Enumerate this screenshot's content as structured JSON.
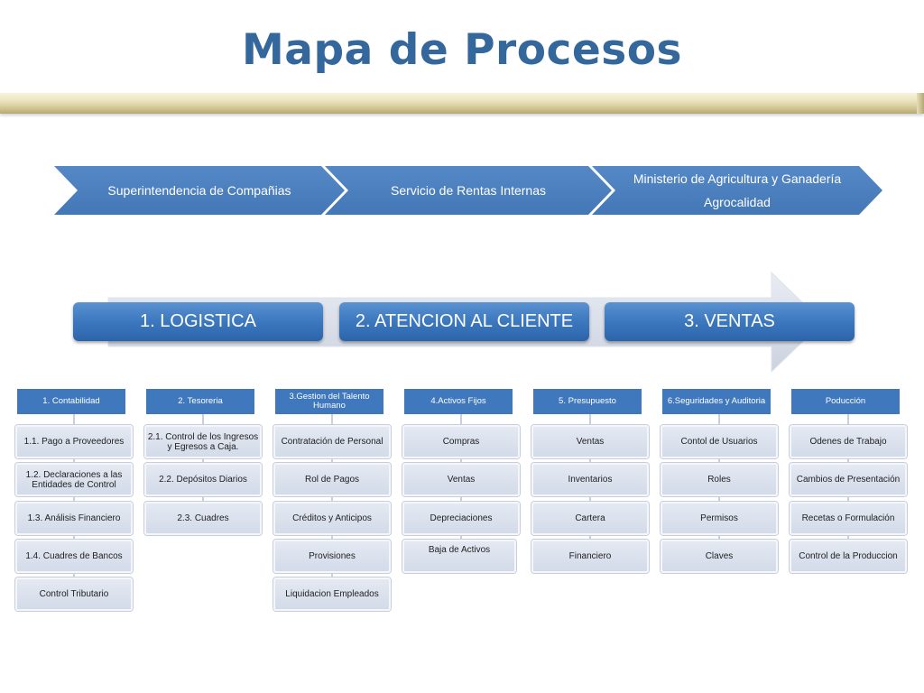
{
  "title": "Mapa de Procesos",
  "chevrons": [
    {
      "lines": [
        "Superintendencia de Compañias"
      ]
    },
    {
      "lines": [
        "Servicio de Rentas Internas"
      ]
    },
    {
      "lines": [
        "Ministerio de Agricultura y Ganadería",
        "Agrocalidad"
      ]
    }
  ],
  "phases": [
    "1. LOGISTICA",
    "2. ATENCION AL CLIENTE",
    "3. VENTAS"
  ],
  "columns": [
    {
      "header": "1. Contabilidad",
      "items": [
        "1.1. Pago a Proveedores",
        "1.2. Declaraciones a las Entidades de Control",
        "1.3. Análisis Financiero",
        "1.4. Cuadres de Bancos",
        "Control Tributario"
      ]
    },
    {
      "header": "2. Tesoreria",
      "items": [
        "2.1. Control de los Ingresos  y Egresos a Caja.",
        "2.2. Depósitos Diarios",
        "2.3. Cuadres"
      ]
    },
    {
      "header": "3.Gestion del Talento Humano",
      "items": [
        "Contratación de Personal",
        "Rol de Pagos",
        "Créditos y Anticipos",
        "Provisiones",
        "Liquidacion Empleados"
      ]
    },
    {
      "header": "4.Activos Fijos",
      "items": [
        "Compras",
        "Ventas",
        "Depreciaciones",
        "Baja de Activos"
      ]
    },
    {
      "header": "5. Presupuesto",
      "items": [
        "Ventas",
        "Inventarios",
        "Cartera",
        "Financiero"
      ]
    },
    {
      "header": "6.Seguridades y Auditoria",
      "items": [
        "Contol de Usuarios",
        "Roles",
        "Permisos",
        "Claves"
      ]
    },
    {
      "header": "Poducción",
      "items": [
        "Odenes de Trabajo",
        "Cambios de Presentación",
        "Recetas o Formulación",
        "Control de la Produccion"
      ]
    }
  ],
  "colors": {
    "title": "#34679b",
    "chevron": "#4a7fbd",
    "phase": "#3e7ac0",
    "header": "#3f78bd",
    "item": "#d9e0ec"
  }
}
